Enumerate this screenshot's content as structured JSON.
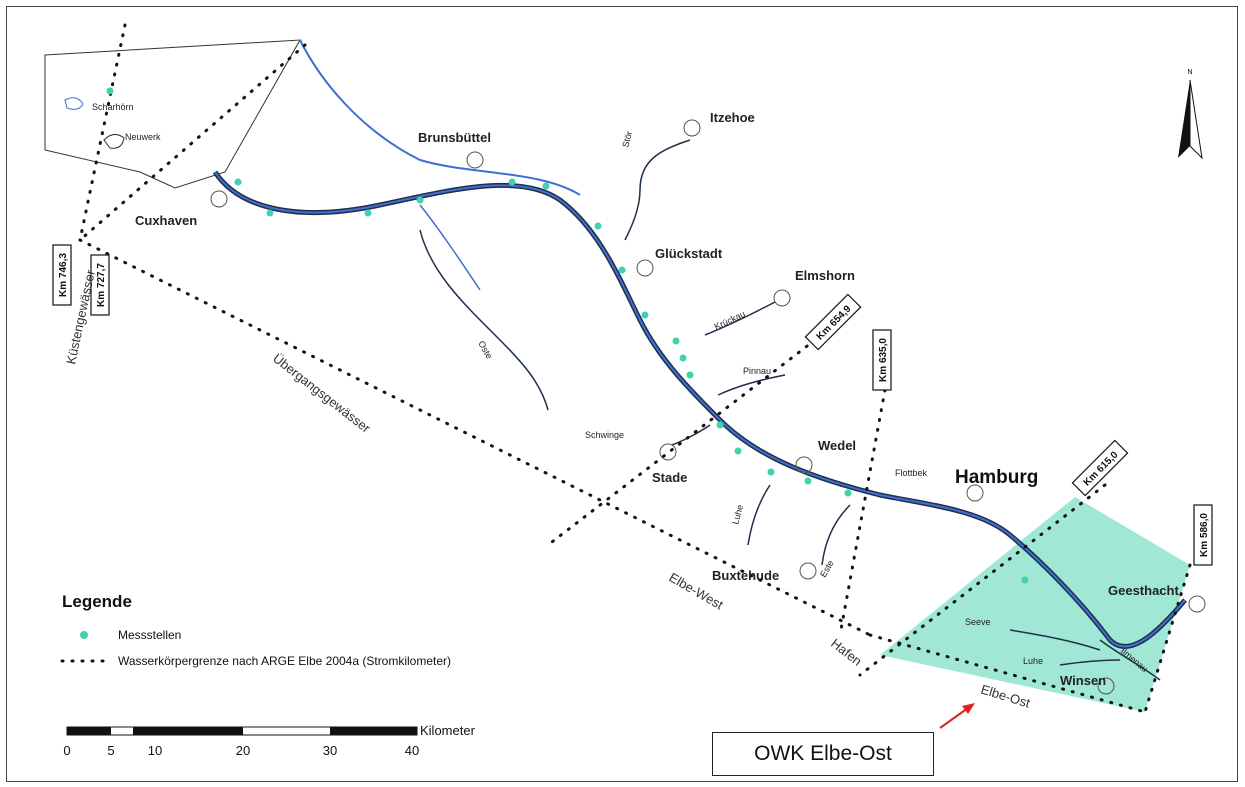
{
  "places": {
    "scharhoern": "Scharhörn",
    "neuwerk": "Neuwerk",
    "cuxhaven": "Cuxhaven",
    "brunsbuettel": "Brunsbüttel",
    "itzehoe": "Itzehoe",
    "stoer": "Stör",
    "glueckstadt": "Glückstadt",
    "elmshorn": "Elmshorn",
    "krueckau": "Krückau",
    "pinnau": "Pinnau",
    "schwinge": "Schwinge",
    "stade": "Stade",
    "wedel": "Wedel",
    "hamburg": "Hamburg",
    "flottbek": "Flottbek",
    "luhe_north": "Luhe",
    "este": "Este",
    "buxtehude": "Buxtehude",
    "oste": "Oste",
    "seeve": "Seeve",
    "luhe_south": "Luhe",
    "ilmenau": "Ilmenau",
    "winsen": "Winsen",
    "geesthacht": "Geesthacht"
  },
  "regions": {
    "kuestengewaesser": "Küstengewässer",
    "uebergangsgewaesser": "Übergangsgewässer",
    "elbe_west": "Elbe-West",
    "hafen": "Hafen",
    "elbe_ost": "Elbe-Ost"
  },
  "km_markers": [
    "Km 746,3",
    "Km 727,7",
    "Km 654,9",
    "Km 635,0",
    "Km 615,0",
    "Km 586,0"
  ],
  "legend": {
    "title": "Legende",
    "measuring_points": "Messstellen",
    "boundary": "Wasserkörpergrenze nach ARGE Elbe 2004a (Stromkilometer)"
  },
  "scale": {
    "unit": "Kilometer",
    "ticks": [
      "0",
      "5",
      "10",
      "20",
      "30",
      "40"
    ]
  },
  "north_label": "N",
  "callout": "OWK Elbe-Ost",
  "colors": {
    "highlight_area": "#8fe3cf",
    "river": "#3f6fd0",
    "river_outline": "#1f2f4a",
    "measuring_point": "#3fd1b0",
    "callout_arrow": "#e02020"
  }
}
